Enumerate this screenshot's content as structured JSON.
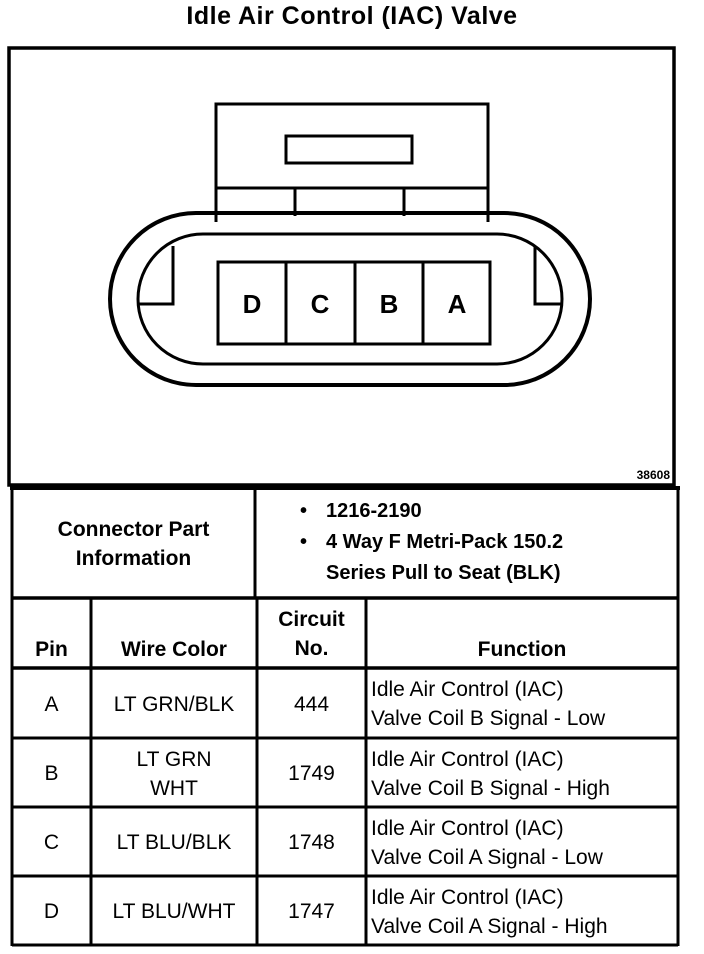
{
  "title": "Idle Air Control (IAC) Valve",
  "figure_number": "38608",
  "connector": {
    "pins": [
      "D",
      "C",
      "B",
      "A"
    ]
  },
  "connector_info": {
    "label_line1": "Connector Part",
    "label_line2": "Information",
    "bullets": [
      "1216-2190",
      "4 Way F Metri-Pack 150.2\nSeries Pull to Seat (BLK)"
    ]
  },
  "table": {
    "headers": {
      "pin": "Pin",
      "wire_color": "Wire Color",
      "circuit_line1": "Circuit",
      "circuit_line2": "No.",
      "function": "Function"
    },
    "rows": [
      {
        "pin": "A",
        "wire_color_line1": "LT GRN/BLK",
        "wire_color_line2": "",
        "circuit": "444",
        "function_line1": "Idle Air Control (IAC)",
        "function_line2": "Valve Coil B Signal - Low"
      },
      {
        "pin": "B",
        "wire_color_line1": "LT GRN",
        "wire_color_line2": "WHT",
        "circuit": "1749",
        "function_line1": "Idle Air Control (IAC)",
        "function_line2": "Valve Coil B Signal - High"
      },
      {
        "pin": "C",
        "wire_color_line1": "LT BLU/BLK",
        "wire_color_line2": "",
        "circuit": "1748",
        "function_line1": "Idle Air Control (IAC)",
        "function_line2": "Valve Coil A Signal - Low"
      },
      {
        "pin": "D",
        "wire_color_line1": "LT BLU/WHT",
        "wire_color_line2": "",
        "circuit": "1747",
        "function_line1": "Idle Air Control (IAC)",
        "function_line2": "Valve Coil A Signal - High"
      }
    ]
  }
}
